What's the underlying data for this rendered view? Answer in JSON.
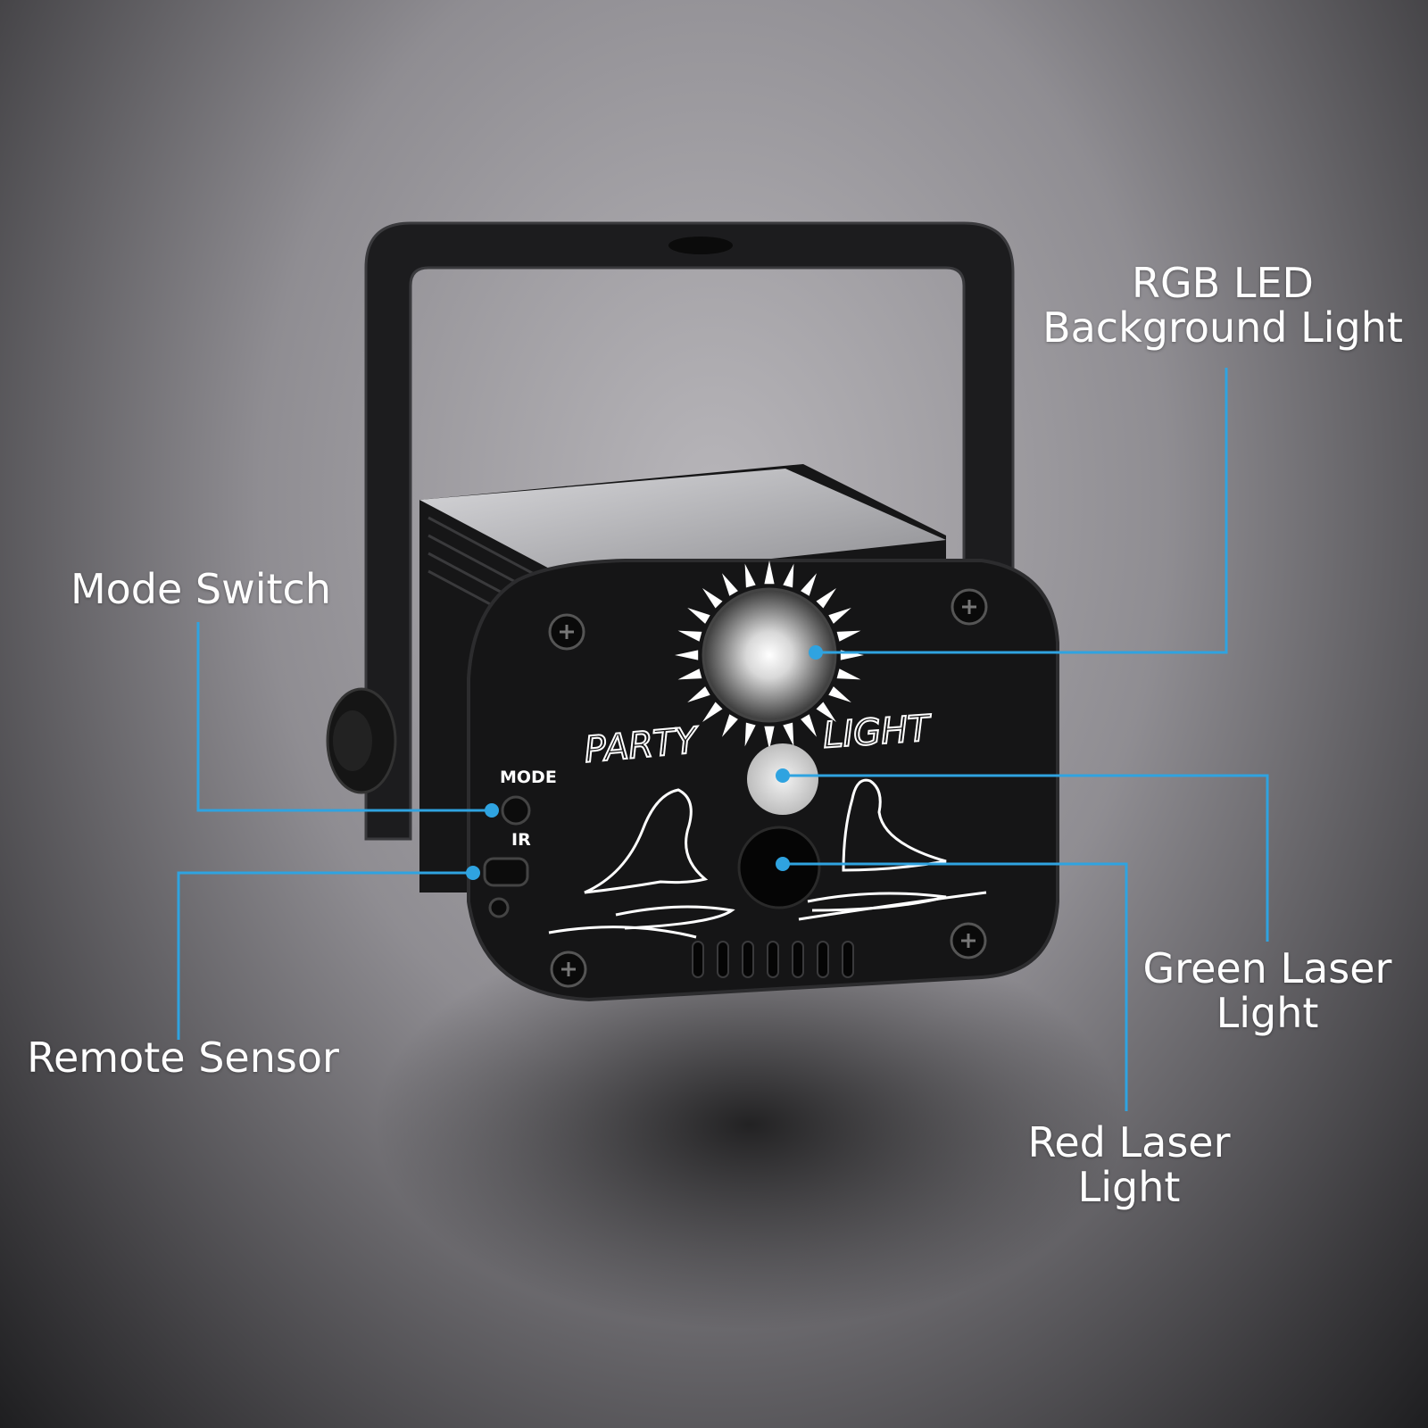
{
  "product": {
    "brand_text_left": "PARTY",
    "brand_text_right": "LIGHT",
    "mode_label": "MODE",
    "ir_label": "IR"
  },
  "callouts": {
    "rgb_led": {
      "line1": "RGB LED",
      "line2": "Background Light"
    },
    "mode_switch": {
      "line1": "Mode Switch"
    },
    "remote_sensor": {
      "line1": "Remote Sensor"
    },
    "green_laser": {
      "line1": "Green Laser",
      "line2": "Light"
    },
    "red_laser": {
      "line1": "Red Laser",
      "line2": "Light"
    }
  },
  "colors": {
    "leader_line": "#2fa3e0",
    "callout_text": "#ffffff",
    "body": "#1a1a1c"
  }
}
